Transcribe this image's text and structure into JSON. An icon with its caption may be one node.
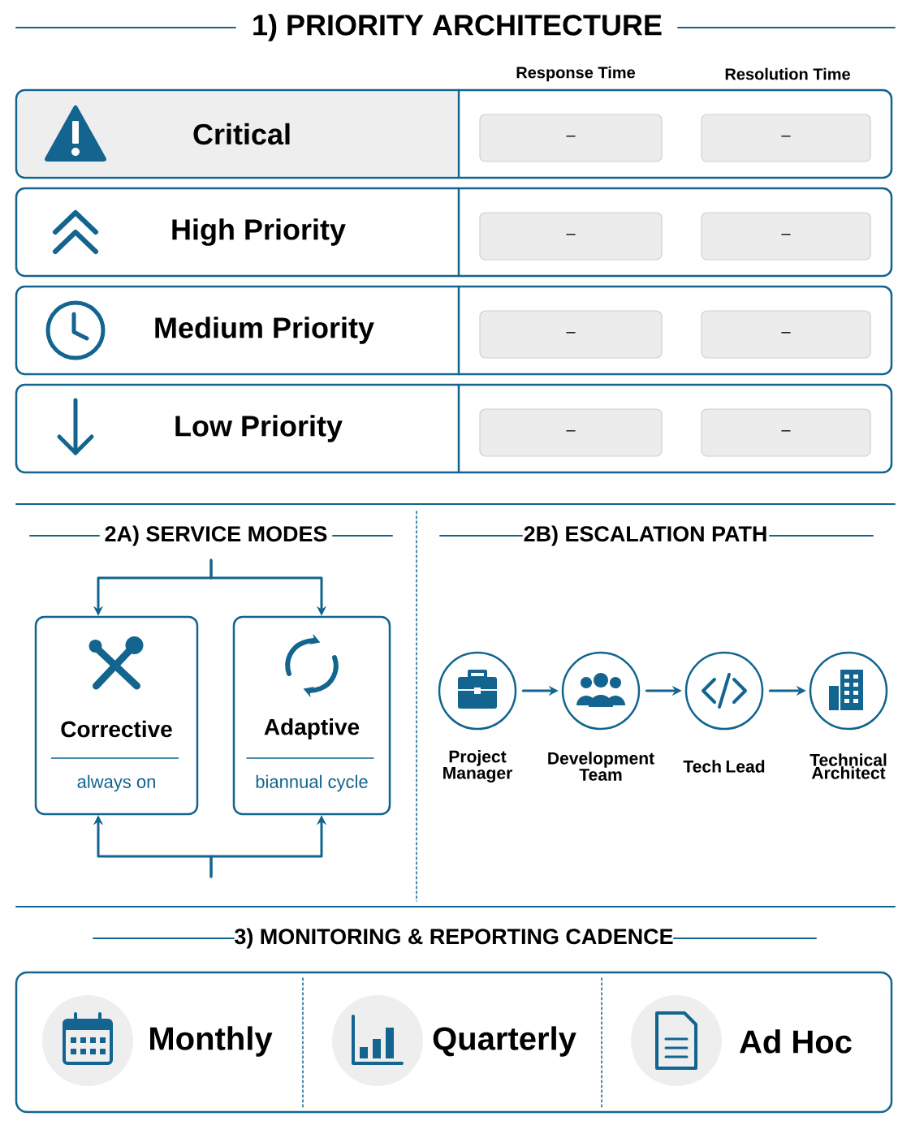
{
  "diagram": {
    "title": "1) PRIORITY ARCHITECTURE",
    "nodes": [
      {
        "text": [
          "Critical"
        ]
      },
      {
        "text": [
          "–"
        ],
        "in": 0
      },
      {
        "text": [
          "–"
        ],
        "in": 0
      },
      {
        "text": [
          "High Priority"
        ]
      },
      {
        "text": [
          "–"
        ],
        "in": 3
      },
      {
        "text": [
          "–"
        ],
        "in": 3
      },
      {
        "text": [
          "Medium Priority"
        ]
      },
      {
        "text": [
          "–"
        ],
        "in": 6
      },
      {
        "text": [
          "–"
        ],
        "in": 6
      },
      {
        "text": [
          "Low Priority"
        ]
      },
      {
        "text": [
          "–"
        ],
        "in": 9
      },
      {
        "text": [
          "–"
        ],
        "in": 9
      },
      {
        "text": [
          "Corrective",
          "always on"
        ]
      },
      {
        "text": [
          "Adaptive",
          "biannual cycle"
        ]
      },
      {
        "text": [],
        "shape": "circle",
        "beside": [
          "Project Manager"
        ]
      },
      {
        "text": [],
        "shape": "circle",
        "beside": [
          "Development Team"
        ]
      },
      {
        "text": [],
        "shape": "circle",
        "beside": [
          "Tech Lead"
        ]
      },
      {
        "text": [],
        "shape": "circle",
        "beside": [
          "Technical Architect"
        ]
      },
      {
        "text": [
          "Monthly"
        ]
      },
      {
        "text": [
          "Quarterly"
        ]
      },
      {
        "text": [
          "Ad Hoc"
        ]
      }
    ],
    "edges": [
      {
        "from": null,
        "to": 12,
        "arrow": "to"
      },
      {
        "from": null,
        "to": 13,
        "arrow": "to"
      },
      {
        "from": null,
        "to": 12,
        "arrow": "to"
      },
      {
        "from": null,
        "to": 13,
        "arrow": "to"
      },
      {
        "from": 14,
        "to": 15,
        "arrow": "to"
      },
      {
        "from": 15,
        "to": 16,
        "arrow": "to"
      },
      {
        "from": 16,
        "to": 17,
        "arrow": "to"
      }
    ],
    "labels": [
      "Response Time",
      "Resolution Time",
      "2A) SERVICE MODES",
      "2B) ESCALATION PATH",
      "3) MONITORING & REPORTING CADENCE"
    ]
  }
}
